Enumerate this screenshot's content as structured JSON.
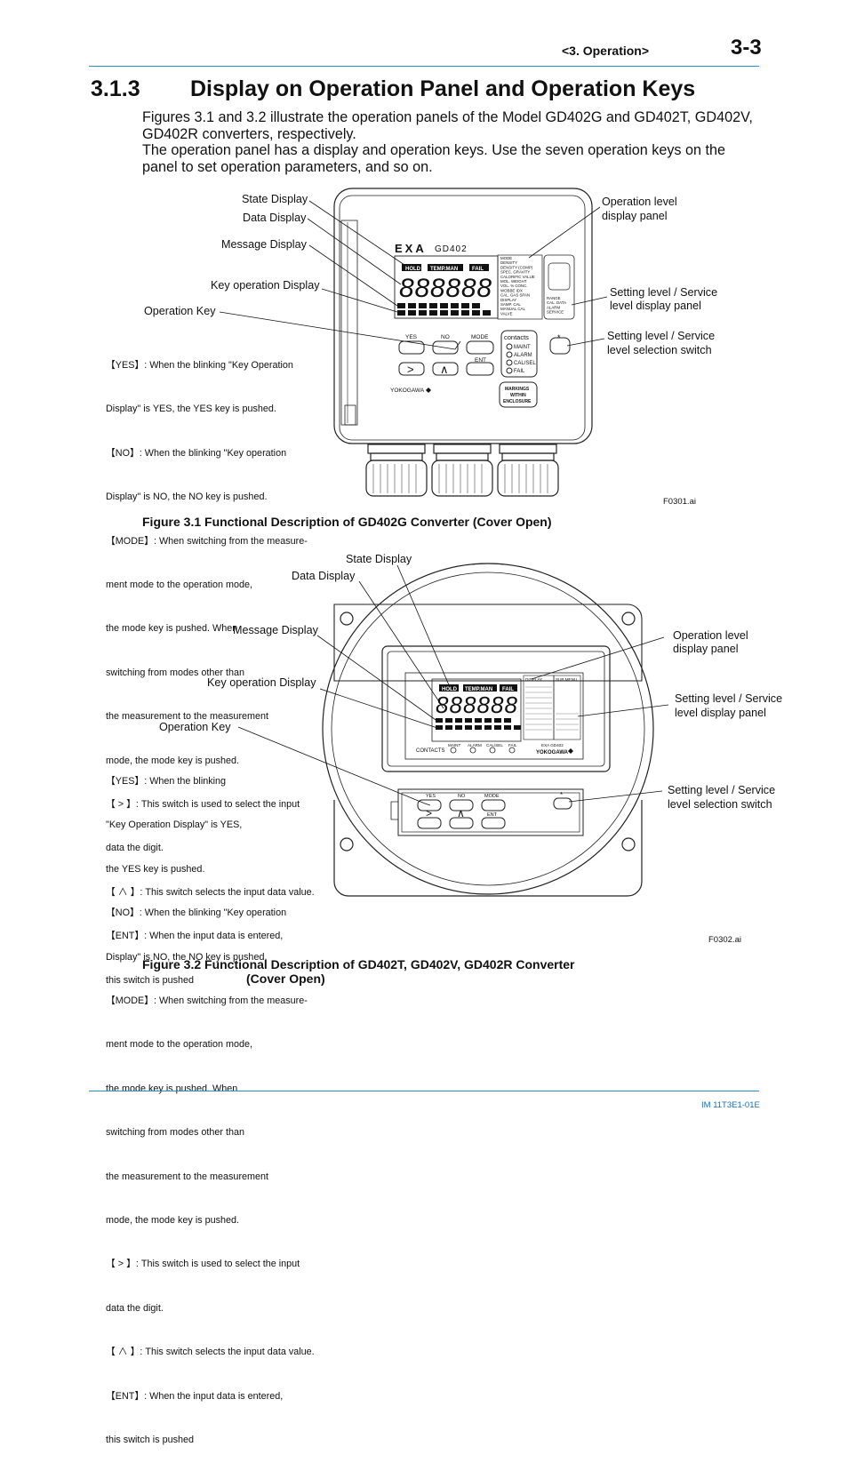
{
  "header": {
    "section_ref": "<3. Operation>",
    "page_number": "3-3"
  },
  "section": {
    "number": "3.1.3",
    "title": "Display on Operation Panel and Operation Keys"
  },
  "intro": [
    "Figures 3.1 and 3.2 illustrate the operation panels of the Model GD402G and GD402T, GD402V,",
    "GD402R converters, respectively.",
    "The operation panel has a display and operation keys. Use the seven operation keys on the",
    "panel to set operation parameters, and so on."
  ],
  "fig1": {
    "labels": {
      "state_display": "State Display",
      "data_display": "Data Display",
      "message_display": "Message Display",
      "key_operation_display": "Key operation Display",
      "operation_key": "Operation Key",
      "operation_level_panel_1": "Operation level",
      "operation_level_panel_2": "display panel",
      "setting_level_panel_1": "Setting level / Service",
      "setting_level_panel_2": "level display panel",
      "setting_level_switch_1": "Setting level / Service",
      "setting_level_switch_2": "level selection switch"
    },
    "key_descriptions": [
      "【YES】:  When the blinking \"Key Operation",
      "                Display\" is YES, the YES key is pushed.",
      "【NO】:   When the blinking \"Key operation",
      "                Display\" is NO, the NO key is pushed.",
      "【MODE】: When switching from the measure-",
      "                ment mode to the operation mode,",
      "                the mode key is pushed. When",
      "                switching from modes other than",
      "                the measurement to the measurement",
      "                mode, the mode key is pushed.",
      "【 > 】:  This switch is used to select the input",
      "                data the digit.",
      "【 ∧ 】:  This switch selects the input data value.",
      "【ENT】:  When the input data is entered,",
      "                this switch is pushed"
    ],
    "panel": {
      "brand": "EXA",
      "model": "GD402",
      "state_tags": [
        "HOLD",
        "TEMP.MAN",
        "FAIL"
      ],
      "segments": "888888",
      "op_menu": [
        "MODE",
        "DENSITY",
        "DENSITY (COMP)",
        "SPEC. GRAVITY",
        "CALORIFIC VALUE",
        "MOL. WEIGHT",
        "VOL. % CONC.",
        "WOBBE IDX",
        "CAL. GAS SPAN",
        "DISPLAY",
        "SAMP. CAL",
        "MANUAL CAL",
        "VALVE"
      ],
      "setting_menu": [
        "RANGE",
        "CAL. DATA",
        "ALARM",
        "SERVICE"
      ],
      "keys": {
        "yes": "YES",
        "no": "NO",
        "mode": "MODE",
        "next": ">",
        "up": "∧",
        "ent": "ENT",
        "star": "*"
      },
      "contacts_title": "contacts",
      "contacts": [
        "MAINT",
        "ALARM",
        "CAL/SEL",
        "FAIL"
      ],
      "manufacturer": "YOKOGAWA",
      "markings": [
        "MARKINGS",
        "WITHIN",
        "ENCLOSURE"
      ]
    },
    "file_ref": "F0301.ai",
    "caption": "Figure 3.1   Functional Description of GD402G Converter (Cover Open)"
  },
  "fig2": {
    "labels": {
      "state_display": "State Display",
      "data_display": "Data Display",
      "message_display": "Message Display",
      "key_operation_display": "Key operation Display",
      "operation_key": "Operation Key",
      "operation_level_panel_1": "Operation level",
      "operation_level_panel_2": "display panel",
      "setting_level_panel_1": "Setting level / Service",
      "setting_level_panel_2": "level display panel",
      "setting_level_switch_1": "Setting level / Service",
      "setting_level_switch_2": "level selection switch"
    },
    "key_descriptions": [
      "【YES】:  When the blinking",
      "                \"Key Operation Display\" is YES,",
      "                the YES key is pushed.",
      "【NO】:   When the blinking \"Key operation",
      "                Display\" is NO, the NO key is pushed.",
      "【MODE】: When switching from the measure-",
      "                ment mode to the operation mode,",
      "                the mode key is pushed. When",
      "                switching from modes other than",
      "                the measurement to the measurement",
      "                mode, the mode key is pushed.",
      "【 > 】:  This switch is used to select the input",
      "                data the digit.",
      "【 ∧ 】:  This switch selects the input data value.",
      "【ENT】:  When the input data is entered,",
      "                this switch is pushed"
    ],
    "panel": {
      "state_tags": [
        "HOLD",
        "TEMP.MAN",
        "FAIL"
      ],
      "segments": "888888",
      "menu_title": "DISPLAY",
      "sub_menu_title": "SUB MENU",
      "contacts_title": "CONTACTS",
      "contacts": [
        "MAINT",
        "ALARM",
        "CAL/SEL",
        "FAIL"
      ],
      "model_name": "EXA GD402",
      "manufacturer": "YOKOGAWA",
      "keys": {
        "yes": "YES",
        "no": "NO",
        "mode": "MODE",
        "next": ">",
        "up": "∧",
        "ent": "ENT",
        "star": "*"
      }
    },
    "file_ref": "F0302.ai",
    "caption_line1": "Figure 3.2   Functional Description of GD402T, GD402V, GD402R Converter",
    "caption_line2": "(Cover Open)"
  },
  "footer": {
    "doc_id": "IM 11T3E1-01E"
  },
  "colors": {
    "rule": "#2a8fc4",
    "footer_text": "#1a6ea8"
  }
}
